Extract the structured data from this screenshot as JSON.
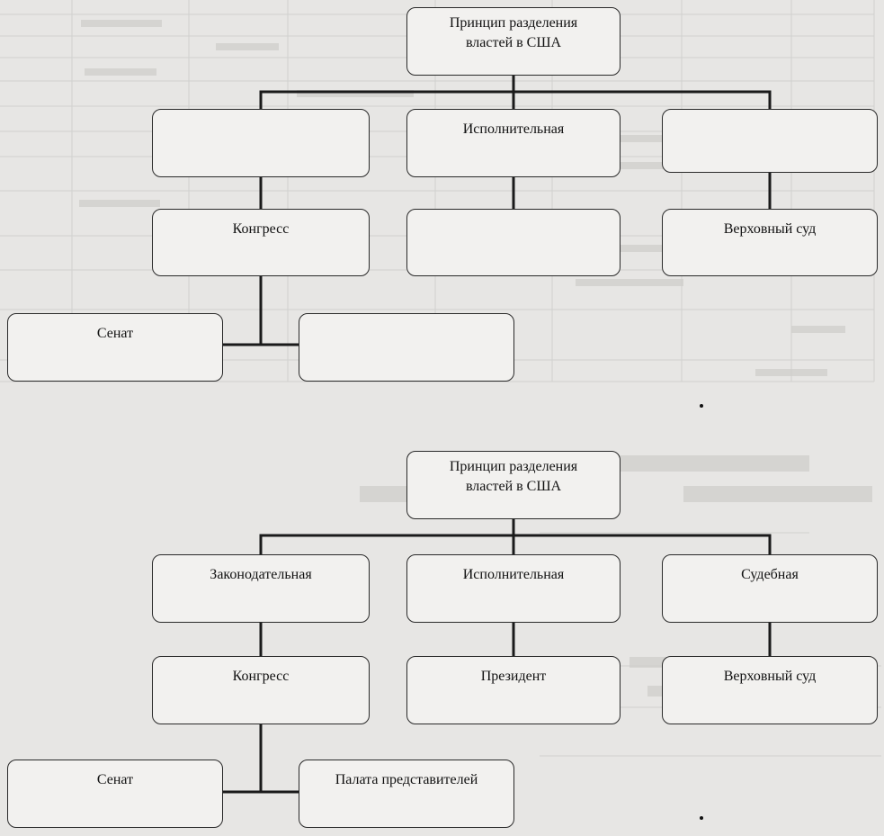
{
  "top_text_fragment": "",
  "diagram_1": {
    "root": {
      "line1": "Принцип разделения",
      "line2": "властей в США"
    },
    "branches": [
      {
        "label": "",
        "sub": "Конгресс"
      },
      {
        "label": "Исполнительная",
        "sub": ""
      },
      {
        "label": "",
        "sub": "Верховный суд"
      }
    ],
    "chambers": [
      {
        "label": "Сенат"
      },
      {
        "label": ""
      }
    ]
  },
  "diagram_2": {
    "root": {
      "line1": "Принцип разделения",
      "line2": "властей в США"
    },
    "branches": [
      {
        "label": "Законодательная",
        "sub": "Конгресс"
      },
      {
        "label": "Исполнительная",
        "sub": "Президент"
      },
      {
        "label": "Судебная",
        "sub": "Верховный суд"
      }
    ],
    "chambers": [
      {
        "label": "Сенат"
      },
      {
        "label": "Палата представителей"
      }
    ]
  },
  "colors": {
    "paper": "#e7e6e4",
    "box_fill": "#f2f1ef",
    "line": "#1a1a1a",
    "bleed_text": "#b9b8b5"
  }
}
